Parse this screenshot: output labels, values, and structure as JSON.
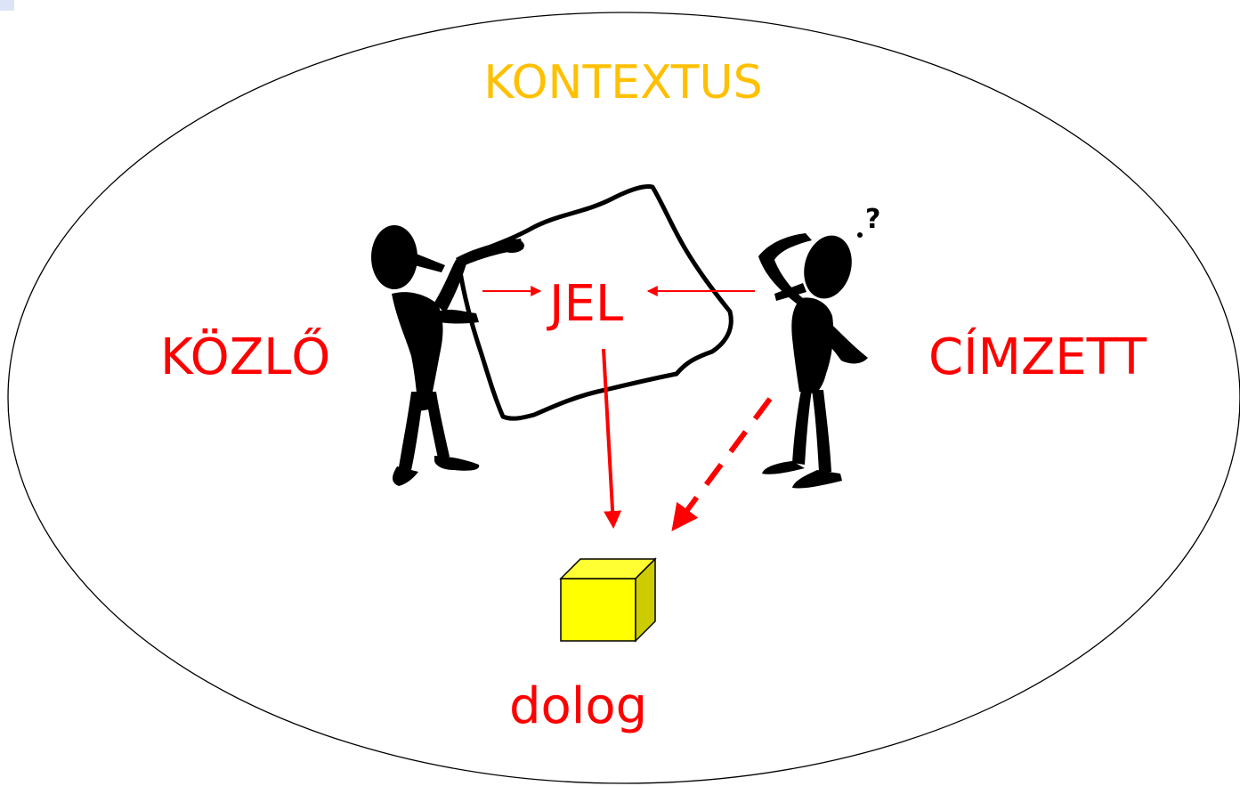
{
  "labels": {
    "context": "KONTEXTUS",
    "sender": "KÖZLŐ",
    "sign": "JEL",
    "receiver": "CÍMZETT",
    "object": "dolog",
    "question_mark": "?"
  },
  "colors": {
    "context_text": "#ffc000",
    "red": "#ff0000",
    "figure": "#000000",
    "cube_front": "#ffff00",
    "cube_top": "#ffff33",
    "cube_side": "#cccc00",
    "corner_accent": "#dde4f8"
  },
  "icons": [
    "speaker-figure-icon",
    "listener-figure-icon",
    "cube-icon"
  ]
}
